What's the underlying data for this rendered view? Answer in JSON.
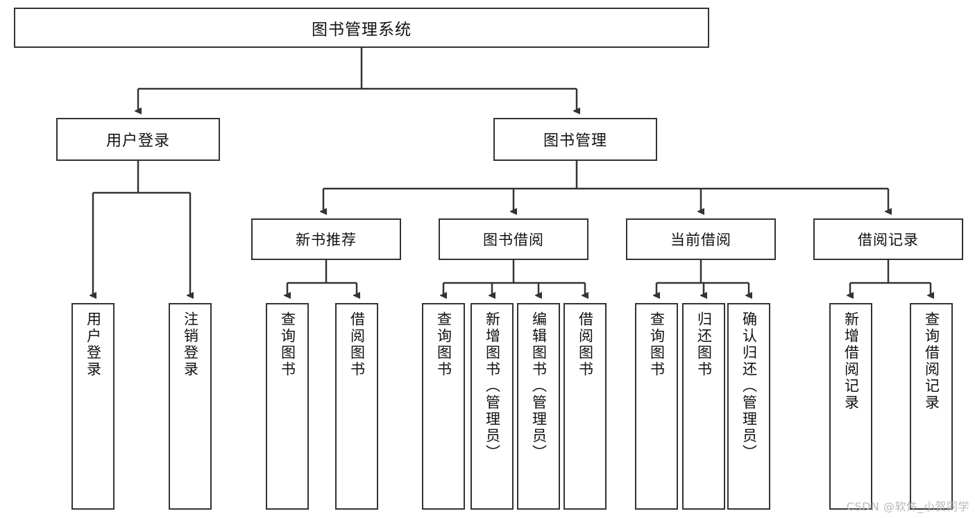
{
  "diagram": {
    "title": "图书管理系统",
    "watermark": "CSDN @软件_小贺同学",
    "colors": {
      "stroke": "#333333",
      "fill": "#ffffff",
      "text": "#111111",
      "watermark": "#b9b9b9"
    },
    "root": {
      "label": "图书管理系统"
    },
    "level1": [
      {
        "label": "用户登录"
      },
      {
        "label": "图书管理"
      }
    ],
    "level2": [
      {
        "label": "新书推荐"
      },
      {
        "label": "图书借阅"
      },
      {
        "label": "当前借阅"
      },
      {
        "label": "借阅记录"
      }
    ],
    "leaves": {
      "user_login": [
        {
          "label": "用户登录"
        },
        {
          "label": "注销登录"
        }
      ],
      "new_book_recommend": [
        {
          "label": "查询图书"
        },
        {
          "label": "借阅图书"
        }
      ],
      "book_borrow": [
        {
          "label": "查询图书"
        },
        {
          "label": "新增图书（管理员）"
        },
        {
          "label": "编辑图书（管理员）"
        },
        {
          "label": "借阅图书"
        }
      ],
      "current_borrow": [
        {
          "label": "查询图书"
        },
        {
          "label": "归还图书"
        },
        {
          "label": "确认归还（管理员）"
        }
      ],
      "borrow_record": [
        {
          "label": "新增借阅记录"
        },
        {
          "label": "查询借阅记录"
        }
      ]
    }
  }
}
